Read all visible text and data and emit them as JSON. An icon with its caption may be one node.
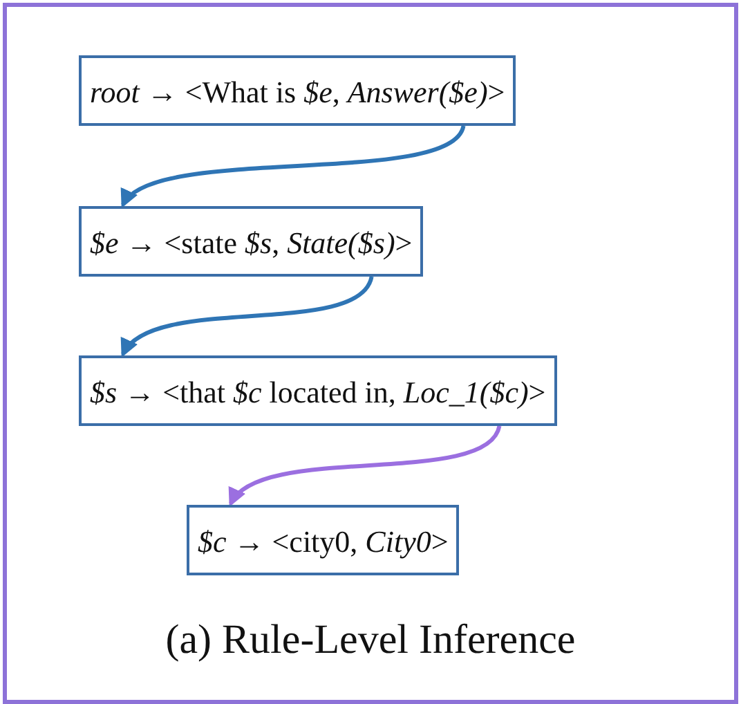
{
  "diagram": {
    "caption": "(a) Rule-Level Inference",
    "nodes": [
      {
        "text": [
          "*root* → <What is *$e*, *Answer($e)*>"
        ]
      },
      {
        "text": [
          "*$e* → <state *$s*, *State($s)*>"
        ]
      },
      {
        "text": [
          "*$s* → <that *$c* located in, *Loc_1($c)*>"
        ]
      },
      {
        "text": [
          "*$c* → <city0, *City0*>"
        ]
      }
    ],
    "edges": [
      {
        "from": 0,
        "to": 1,
        "arrow": "to"
      },
      {
        "from": 1,
        "to": 2,
        "arrow": "to"
      },
      {
        "from": 2,
        "to": 3,
        "arrow": "to",
        "color": "#9b6fe0"
      }
    ]
  }
}
